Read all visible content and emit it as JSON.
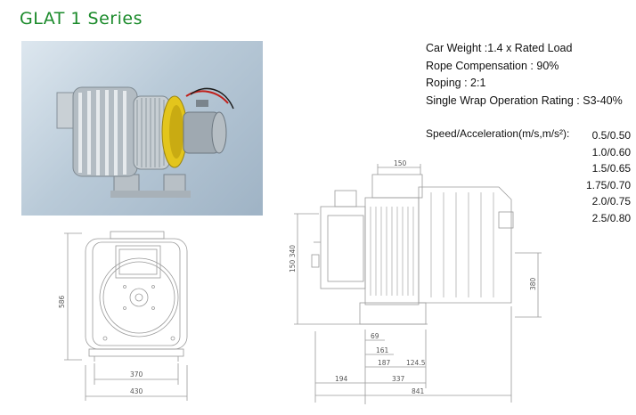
{
  "page": {
    "title": "GLAT 1 Series"
  },
  "specs": [
    "Car Weight :1.4 x Rated Load",
    "Rope Compensation : 90%",
    "Roping : 2:1",
    "Single Wrap Operation Rating : S3-40%"
  ],
  "speed": {
    "label": "Speed/Acceleration(m/s,m/s²):",
    "values": [
      "0.5/0.50",
      "1.0/0.60",
      "1.5/0.65",
      "1.75/0.70",
      "2.0/0.75",
      "2.5/0.80"
    ]
  },
  "front_view": {
    "dims": {
      "height": "586",
      "inner_width": "370",
      "outer_width": "430"
    }
  },
  "side_view": {
    "dims": {
      "top": "150",
      "left_vertical": "150 340",
      "right_vertical": "380",
      "d69": "69",
      "d161": "161",
      "d187": "187",
      "d1245": "124.5",
      "d194": "194",
      "d337": "337",
      "d841": "841"
    }
  },
  "colors": {
    "title": "#1a8a2a",
    "line": "#9a9a9a"
  }
}
